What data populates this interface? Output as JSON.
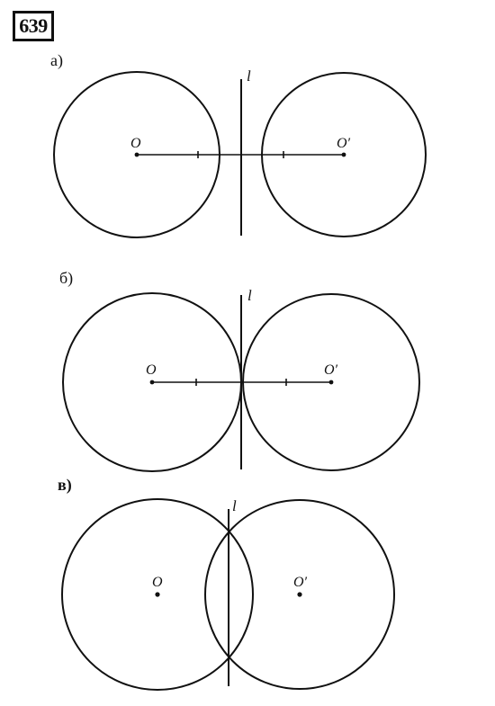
{
  "problem": {
    "number": "639"
  },
  "panels": [
    {
      "id": "a",
      "label": "а)",
      "center_left_label": "O",
      "center_right_label": "O′",
      "line_label": "l",
      "relation": "separate"
    },
    {
      "id": "b",
      "label": "б)",
      "center_left_label": "O",
      "center_right_label": "O′",
      "line_label": "l",
      "relation": "tangent"
    },
    {
      "id": "v",
      "label": "в)",
      "center_left_label": "O",
      "center_right_label": "O′",
      "line_label": "l",
      "relation": "intersecting"
    }
  ],
  "colors": {
    "ink": "#111111",
    "background": "#ffffff"
  }
}
